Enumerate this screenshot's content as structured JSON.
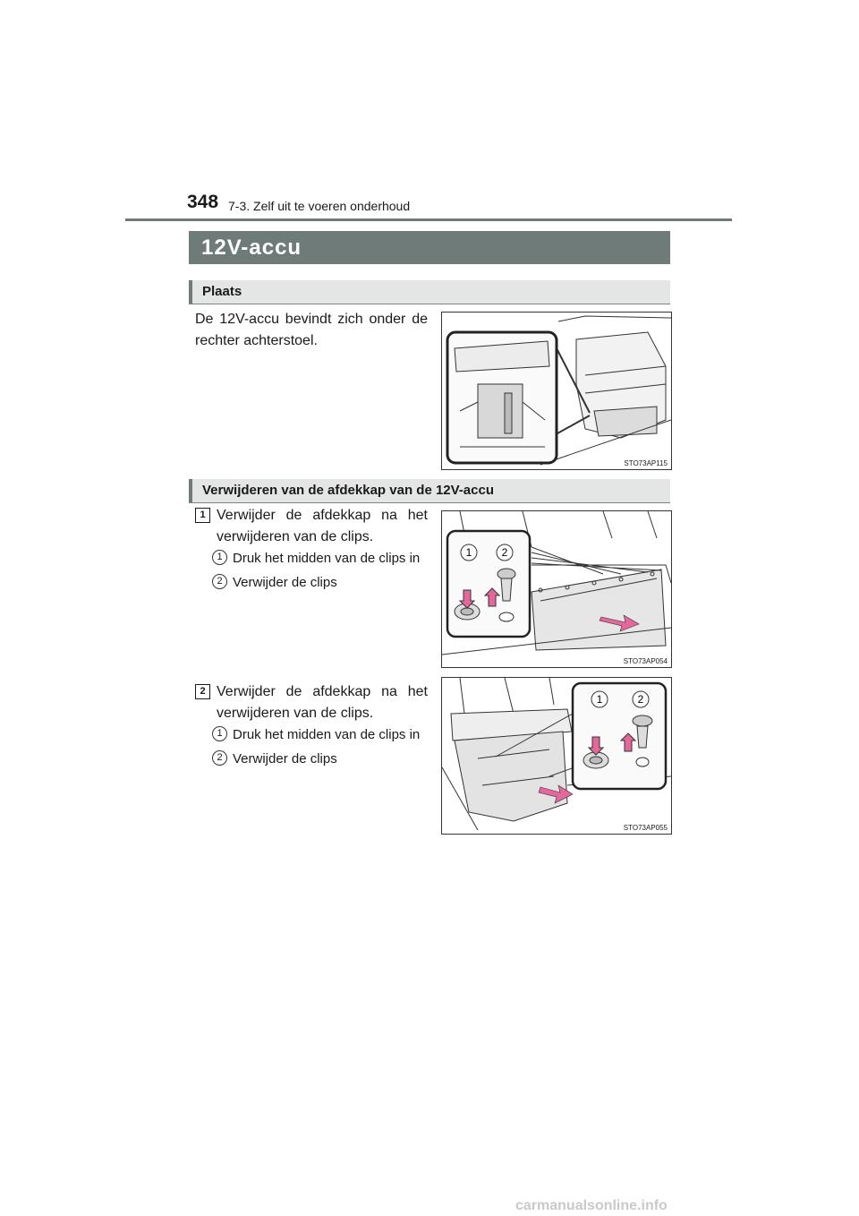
{
  "header": {
    "page_number": "348",
    "section": "7-3. Zelf uit te voeren onderhoud"
  },
  "title": "12V-accu",
  "location": {
    "heading": "Plaats",
    "text": "De 12V-accu bevindt zich onder de rechter achterstoel.",
    "figure_code": "STO73AP115"
  },
  "removal": {
    "heading": "Verwijderen van de afdekkap van de 12V-accu",
    "steps": [
      {
        "number": "1",
        "text": "Verwijder de afdekkap na het verwijderen van de clips.",
        "substeps": [
          {
            "marker": "1",
            "text": "Druk het midden van de clips in"
          },
          {
            "marker": "2",
            "text": "Verwijder de clips"
          }
        ],
        "figure_code": "STO73AP054",
        "figure_labels": [
          "1",
          "2"
        ]
      },
      {
        "number": "2",
        "text": "Verwijder de afdekkap na het verwijderen van de clips.",
        "substeps": [
          {
            "marker": "1",
            "text": "Druk het midden van de clips in"
          },
          {
            "marker": "2",
            "text": "Verwijder de clips"
          }
        ],
        "figure_code": "STO73AP055",
        "figure_labels": [
          "1",
          "2"
        ]
      }
    ]
  },
  "watermark": "carmanualsonline.info",
  "colors": {
    "accent_gray": "#6f7b78",
    "subheading_bg": "#e3e6e5",
    "arrow_pink": "#e6679b"
  }
}
